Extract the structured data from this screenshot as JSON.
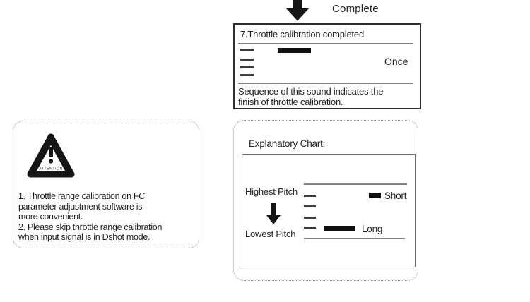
{
  "colors": {
    "ink": "#1f1f1f",
    "staff_line_gray": "#7f7f7f",
    "beep_dash_gray": "#3d3d3d",
    "beep_bar_black": "#0f0f0f",
    "box_border_dark": "#2e2e2e",
    "dotted_border_gray": "#9b9b9b",
    "background": "#ffffff"
  },
  "flow": {
    "complete_label": "Complete",
    "step_box": {
      "title": "7.Throttle calibration completed",
      "repeat_label": "Once",
      "description_lines": [
        "Sequence of this sound indicates the",
        "finish of throttle calibration."
      ]
    }
  },
  "attention_panel": {
    "icon_label": "ATTENTION",
    "notes": [
      "1. Throttle range calibration on FC",
      "parameter adjustment software is",
      "more convenient.",
      "2. Please skip throttle range calibration",
      "when input signal is in Dshot mode."
    ]
  },
  "explanatory_panel": {
    "heading": "Explanatory Chart:",
    "highest_pitch_label": "Highest Pitch",
    "lowest_pitch_label": "Lowest Pitch",
    "short_label": "Short",
    "long_label": "Long"
  }
}
